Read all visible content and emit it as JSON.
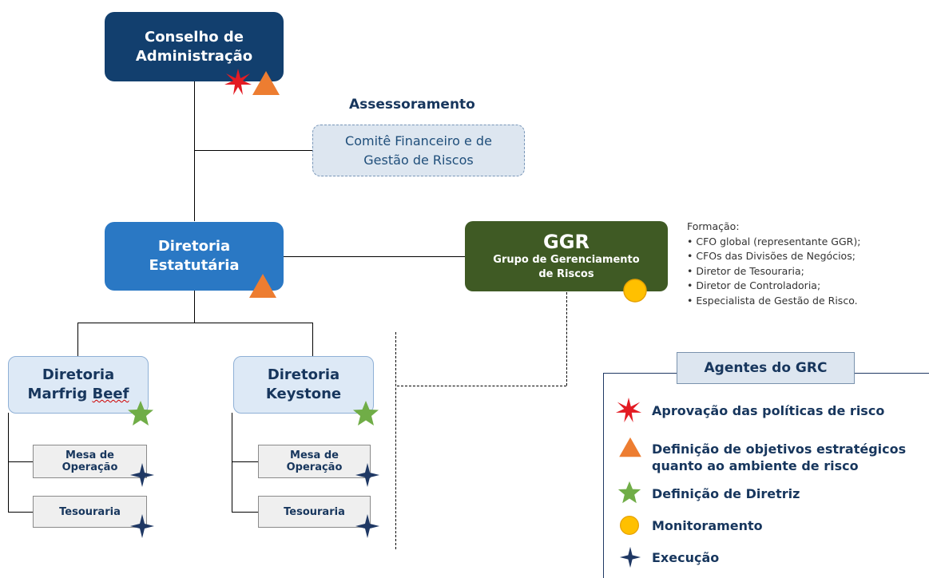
{
  "nodes": {
    "conselho": "Conselho de Administração",
    "assessoramento": "Assessoramento",
    "comite": "Comitê Financeiro e de Gestão de Riscos",
    "diretoria_estatutaria": "Diretoria Estatutária",
    "ggr_title": "GGR",
    "ggr_subtitle": "Grupo de Gerenciamento de Riscos",
    "marfrig_line1": "Diretoria",
    "marfrig_line2_a": "Marfrig ",
    "marfrig_line2_b": "Beef",
    "keystone": "Diretoria Keystone",
    "mesa1": "Mesa de Operação",
    "tesouraria1": "Tesouraria",
    "mesa2": "Mesa de Operação",
    "tesouraria2": "Tesouraria"
  },
  "formacao": {
    "title": "Formação:",
    "items": [
      "• CFO global (representante GGR);",
      "• CFOs das Divisões de Negócios;",
      "• Diretor de Tesouraria;",
      "• Diretor de Controladoria;",
      "• Especialista de Gestão de Risco."
    ]
  },
  "legend": {
    "title": "Agentes do GRC",
    "items": [
      {
        "icon": "red-star-burst-icon",
        "label": "Aprovação das políticas de risco"
      },
      {
        "icon": "orange-triangle-icon",
        "label": "Definição de objetivos estratégicos quanto ao ambiente de risco"
      },
      {
        "icon": "green-star-icon",
        "label": "Definição de Diretriz"
      },
      {
        "icon": "yellow-circle-icon",
        "label": "Monitoramento"
      },
      {
        "icon": "navy-diamond-star-icon",
        "label": "Execução"
      }
    ]
  },
  "colors": {
    "dark_blue": "#123f6e",
    "mid_blue": "#2a78c4",
    "ggr_green": "#3f5a24",
    "light_blue": "#dde9f6",
    "approval_red": "#e31b23",
    "definition_orange": "#ed7d31",
    "guideline_green": "#70ad47",
    "monitor_yellow": "#ffc000",
    "execution_navy": "#1f3864"
  }
}
